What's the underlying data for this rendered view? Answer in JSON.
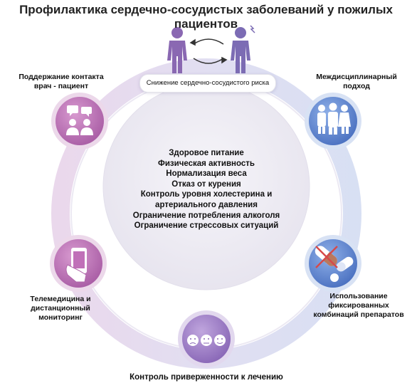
{
  "title": {
    "line1": "Профилактика сердечно-сосудистых заболеваний у пожилых",
    "line2": "пациентов"
  },
  "top_banner": {
    "label": "Снижение сердечно-сосудистого риска",
    "icons": [
      "healthy-person-icon",
      "sick-person-icon",
      "cycle-arrows-icon"
    ]
  },
  "center_list": [
    "Здоровое питание",
    "Физическая активность",
    "Нормализация веса",
    "Отказ от курения",
    "Контроль уровня холестерина и",
    "артериального давления",
    "Ограничение потребления алкоголя",
    "Ограничение стрессовых ситуаций"
  ],
  "nodes": {
    "top_left": {
      "label_line1": "Поддержание контакта",
      "label_line2": "врач - пациент",
      "icon": "chat-people-icon",
      "color": "#c070b8"
    },
    "top_right": {
      "label_line1": "Междисциплинарный",
      "label_line2": "подход",
      "icon": "doctors-team-icon",
      "color": "#5f86cf"
    },
    "bottom_left": {
      "label_line1": "Телемедицина и",
      "label_line2": "дистанционный",
      "label_line3": "мониторинг",
      "icon": "smartphone-hand-icon",
      "color": "#c070b8"
    },
    "bottom_right": {
      "label_line1": "Использование",
      "label_line2": "фиксированных",
      "label_line3": "комбинаций препаратов",
      "icon": "pills-icon",
      "color": "#5f86cf"
    },
    "bottom": {
      "label": "Контроль приверженности к лечению",
      "icon": "faces-icon",
      "color": "#9b76c2"
    }
  },
  "colors": {
    "ring": "#dcd6ec",
    "center_fill": "#efedf4",
    "pink": "#c070b8",
    "blue": "#5f86cf",
    "purple": "#9b76c2"
  }
}
